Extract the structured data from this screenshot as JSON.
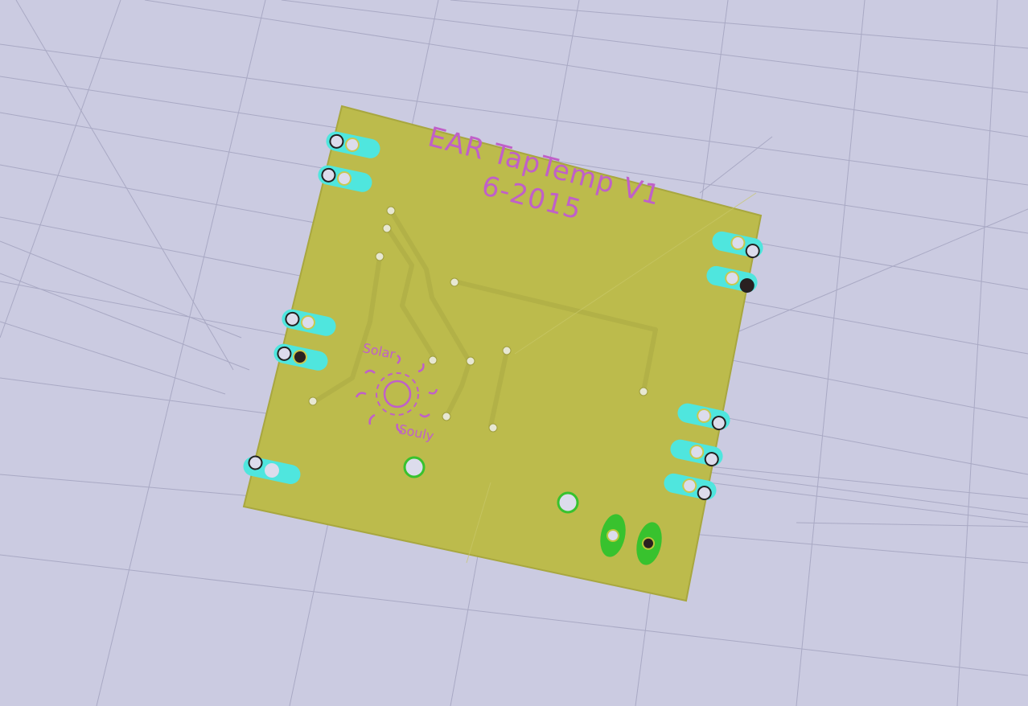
{
  "board": {
    "title_line1": "EAR TapTemp V1",
    "title_line2": "6-2015",
    "logo_top": "Solar",
    "logo_bottom": "Souly"
  },
  "colors": {
    "background": "#cbcbe1",
    "grid": "#a9a9c4",
    "board": "#bcbb4c",
    "board_edge": "#a8a73f",
    "trace": "#b2b147",
    "silkscreen": "#c060c8",
    "pad_copper": "#4fe6de",
    "pad_hole": "#dcdcec",
    "drill_green": "#38c22e",
    "via": "#e7e7d2"
  }
}
